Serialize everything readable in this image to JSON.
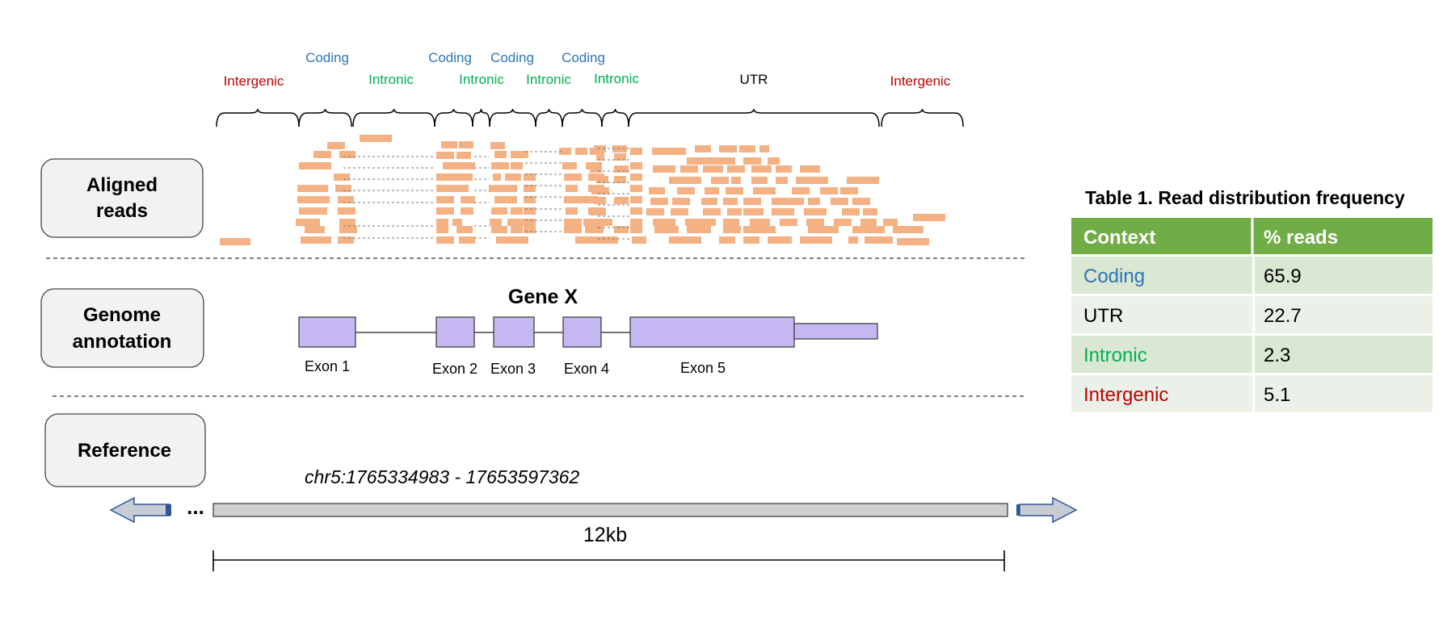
{
  "panels": {
    "aligned_reads": {
      "line1": "Aligned",
      "line2": "reads"
    },
    "genome_annotation": {
      "line1": "Genome",
      "line2": "annotation"
    },
    "reference": {
      "label": "Reference"
    }
  },
  "context_labels": [
    {
      "text": "Intergenic",
      "kind": "intergenic"
    },
    {
      "text": "Coding",
      "kind": "coding"
    },
    {
      "text": "Intronic",
      "kind": "intronic"
    },
    {
      "text": "Coding",
      "kind": "coding"
    },
    {
      "text": "Intronic",
      "kind": "intronic"
    },
    {
      "text": "Coding",
      "kind": "coding"
    },
    {
      "text": "Intronic",
      "kind": "intronic"
    },
    {
      "text": "Coding",
      "kind": "coding"
    },
    {
      "text": "Intronic",
      "kind": "intronic"
    },
    {
      "text": "UTR",
      "kind": "utr"
    },
    {
      "text": "Intergenic",
      "kind": "intergenic"
    }
  ],
  "gene": {
    "name": "Gene X",
    "exons": [
      "Exon 1",
      "Exon 2",
      "Exon 3",
      "Exon 4",
      "Exon 5"
    ]
  },
  "reference": {
    "coordinates": "chr5:1765334983 - 17653597362",
    "ellipsis": "...",
    "scale_label": "12kb"
  },
  "table": {
    "title": "Table 1. Read distribution frequency",
    "headers": [
      "Context",
      "% reads"
    ],
    "rows": [
      {
        "context": "Coding",
        "value": "65.9",
        "kind": "coding"
      },
      {
        "context": "UTR",
        "value": "22.7",
        "kind": "utr"
      },
      {
        "context": "Intronic",
        "value": "2.3",
        "kind": "intronic"
      },
      {
        "context": "Intergenic",
        "value": "5.1",
        "kind": "intergenic"
      }
    ]
  },
  "colors": {
    "coding": "#2e75b6",
    "intronic": "#00b050",
    "intergenic": "#c00000",
    "utr": "#000000",
    "read": "#f4b183",
    "exon_fill": "#c5b8f2",
    "table_header": "#70ad47",
    "table_row_alt": "#d9e7d3",
    "table_row": "#ebf1e8",
    "reference_bar": "#d0d0d0",
    "arrow_fill": "#c8ccd4",
    "arrow_stroke": "#2f5597"
  }
}
